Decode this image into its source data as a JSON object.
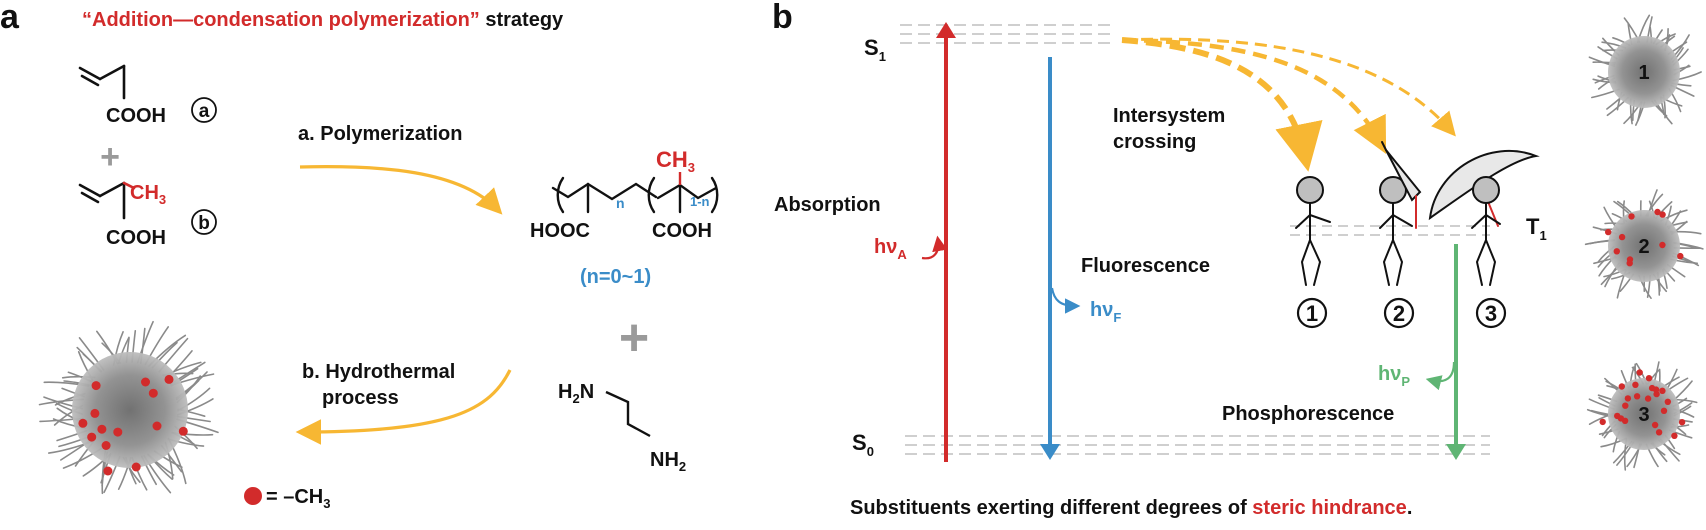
{
  "panel_a": {
    "letter": "a",
    "title_quoted": "“Addition—condensation polymerization”",
    "title_rest": " strategy",
    "monomer_a": {
      "group": "COOH",
      "tag": "a"
    },
    "plus": "+",
    "monomer_b": {
      "group": "COOH",
      "substituent_main": "CH",
      "substituent_sub": "3",
      "tag": "b"
    },
    "step_a": "a. Polymerization",
    "polymer": {
      "left_group": "HOOC",
      "right_group": "COOH",
      "methyl_main": "CH",
      "methyl_sub": "3",
      "index_n": "n",
      "index_1n": "1-n",
      "range": "(n=0~1)"
    },
    "ethylenediamine": {
      "top_main": "H",
      "top_sub": "2",
      "top_tail": "N",
      "bottom_main": "NH",
      "bottom_sub": "2"
    },
    "step_b_line1": "b. Hydrothermal",
    "step_b_line2": "process",
    "legend": {
      "equals": "= –CH",
      "sub": "3"
    }
  },
  "panel_b": {
    "letter": "b",
    "s1_main": "S",
    "s1_sub": "1",
    "s0_main": "S",
    "s0_sub": "0",
    "t1_main": "T",
    "t1_sub": "1",
    "absorption": "Absorption",
    "hv_a_main": "hν",
    "hv_a_sub": "A",
    "fluorescence": "Fluorescence",
    "hv_f_main": "hν",
    "hv_f_sub": "F",
    "isc_line1": "Intersystem",
    "isc_line2": "crossing",
    "phosphorescence": "Phosphorescence",
    "hv_p_main": "hν",
    "hv_p_sub": "P",
    "figure_numbers": [
      "1",
      "2",
      "3"
    ],
    "dot_numbers": [
      "1",
      "2",
      "3"
    ],
    "caption_main": "Substituents exerting different degrees of ",
    "caption_highlight": "steric hindrance",
    "caption_end": "."
  },
  "colors": {
    "red": "#d22b2b",
    "blue": "#3a8cc8",
    "green": "#5fb574",
    "orange": "#f7b733",
    "black": "#111111",
    "gray": "#9a9a9a"
  }
}
